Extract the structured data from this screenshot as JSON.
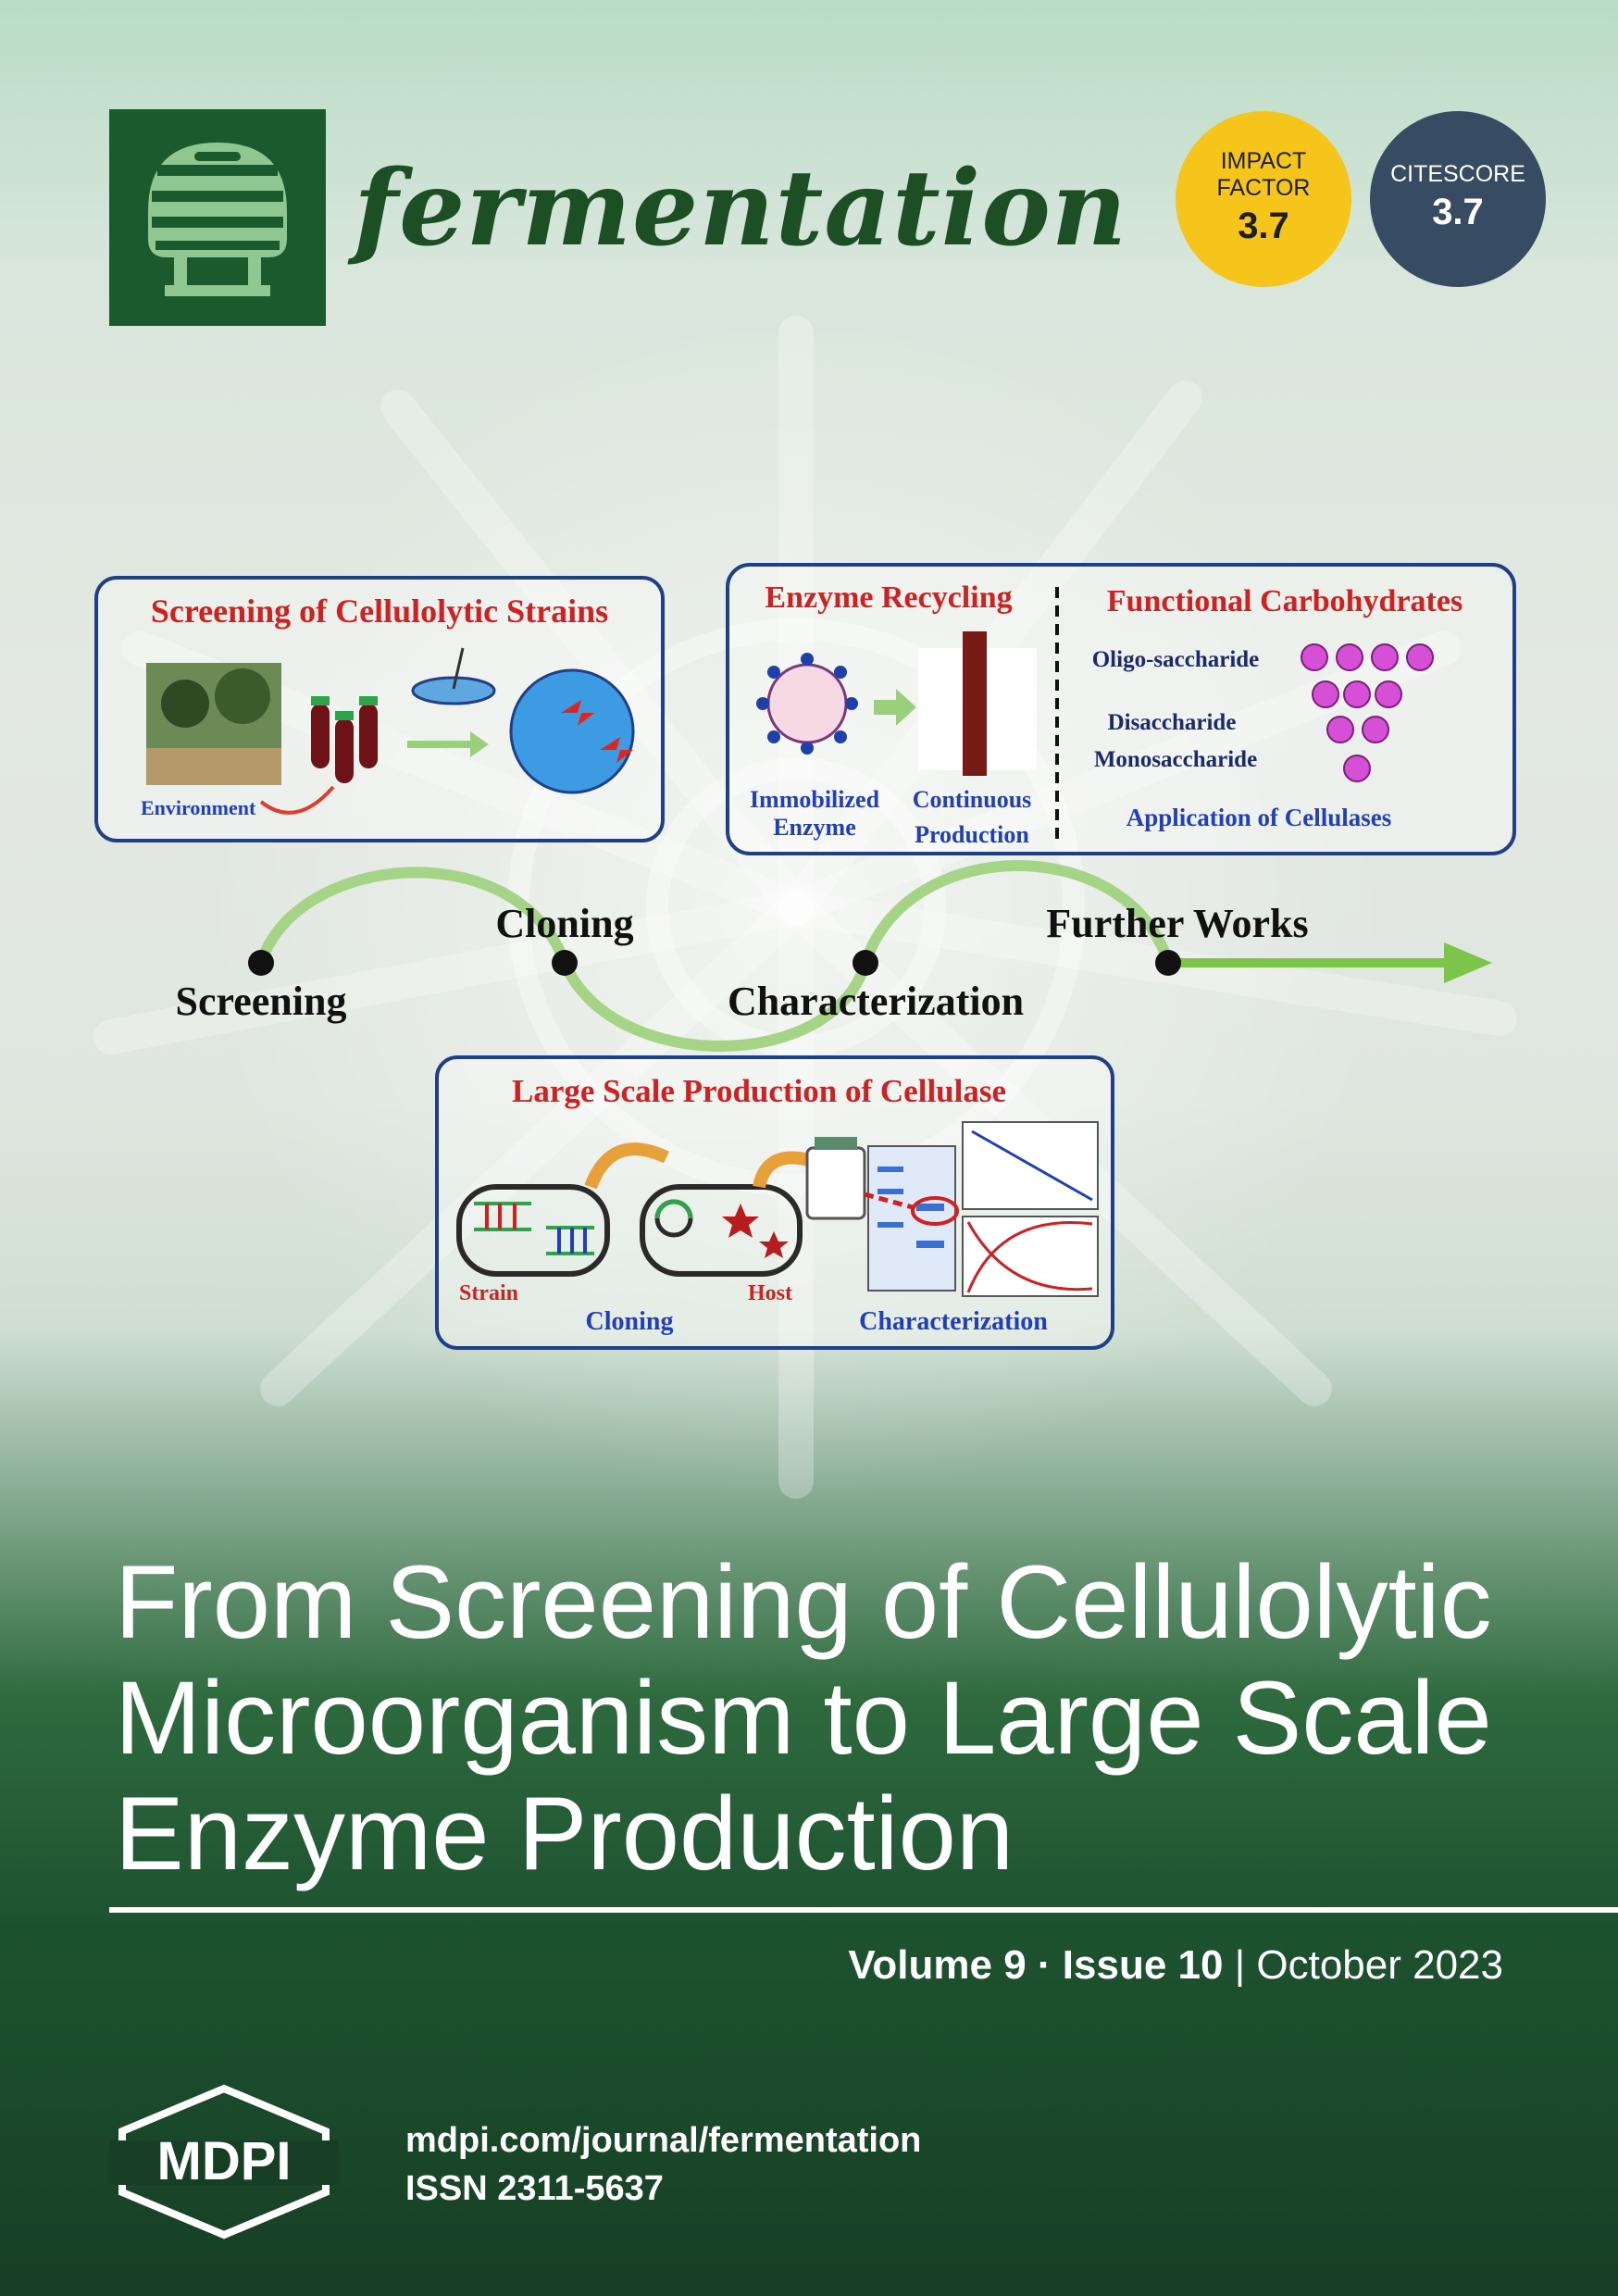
{
  "journal": {
    "name": "fermentation",
    "impact_factor": {
      "label_line1": "IMPACT",
      "label_line2": "FACTOR",
      "value": "3.7",
      "color": "#f6c51b"
    },
    "citescore": {
      "label": "CITESCORE",
      "value": "3.7",
      "color": "#374b63"
    }
  },
  "graphic": {
    "panel_screening": {
      "title": "Screening of Cellulolytic Strains",
      "label_environment": "Environment"
    },
    "panel_recycling": {
      "title": "Enzyme Recycling",
      "label_immobilized_1": "Immobilized",
      "label_immobilized_2": "Enzyme",
      "label_continuous_1": "Continuous",
      "label_continuous_2": "Production"
    },
    "panel_carbohydrates": {
      "title": "Functional Carbohydrates",
      "oligo": "Oligo-saccharide",
      "di": "Disaccharide",
      "mono": "Monosaccharide",
      "application": "Application of Cellulases"
    },
    "timeline": {
      "screening": "Screening",
      "cloning": "Cloning",
      "characterization": "Characterization",
      "further": "Further Works"
    },
    "panel_large_scale": {
      "title": "Large Scale Production of Cellulase",
      "strain": "Strain",
      "cloning": "Cloning",
      "host": "Host",
      "characterization": "Characterization"
    }
  },
  "article": {
    "title_line1": "From Screening of Cellulolytic",
    "title_line2": "Microorganism to Large Scale",
    "title_line3": "Enzyme Production"
  },
  "issue": {
    "volume": "Volume 9",
    "separator": " · ",
    "issue": "Issue 10",
    "divider": " | ",
    "date": "October 2023"
  },
  "publisher": {
    "name": "MDPI",
    "url": "mdpi.com/journal/fermentation",
    "issn": "ISSN 2311-5637"
  }
}
